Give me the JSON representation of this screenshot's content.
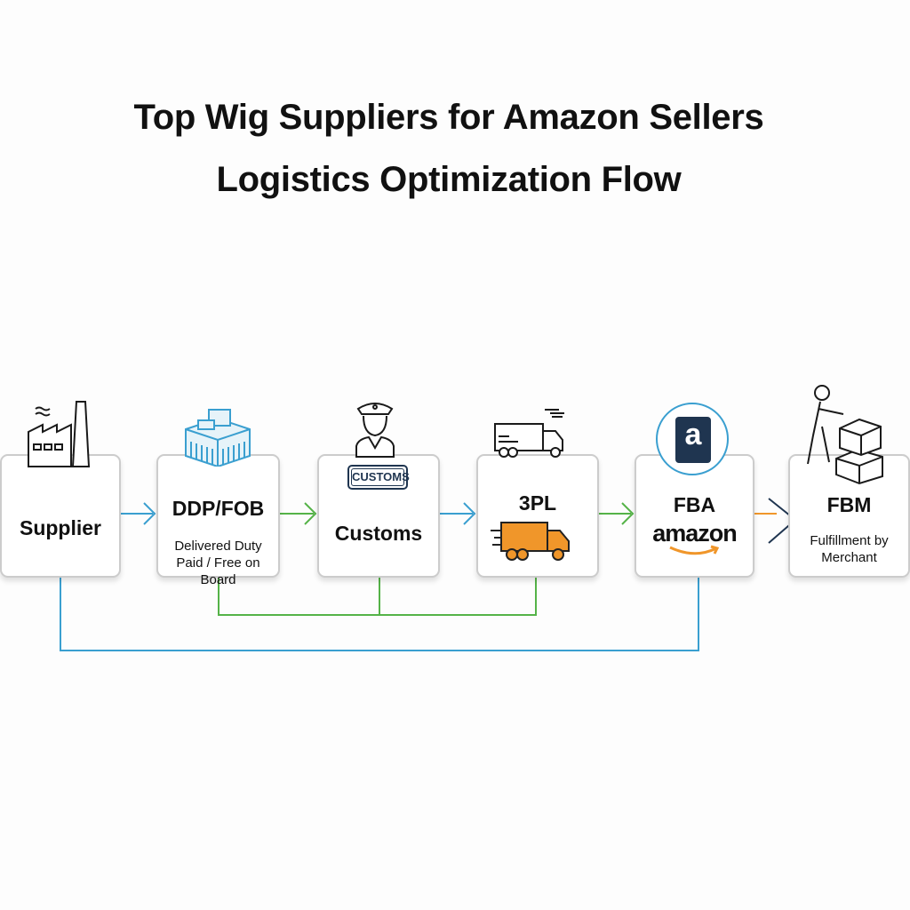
{
  "title": {
    "line1": "Top Wig Suppliers for Amazon Sellers",
    "line2": "Logistics Optimization Flow"
  },
  "nodes": [
    {
      "label": "Supplier",
      "icon": "factory-icon"
    },
    {
      "label": "DDP/FOB",
      "subtitle": "Delivered Duty Paid / Free on Board",
      "icon": "shipping-container-icon"
    },
    {
      "label": "Customs",
      "sign": "CUSTOMS",
      "icon": "customs-officer-icon"
    },
    {
      "label": "3PL",
      "icon": "truck-icon"
    },
    {
      "label": "FBA",
      "brand": "amazon",
      "logo_letter": "a",
      "icon": "amazon-logo-icon"
    },
    {
      "label": "FBM",
      "subtitle": "Fulfillment by Merchant",
      "icon": "worker-boxes-icon"
    }
  ],
  "colors": {
    "blue": "#3a9fd0",
    "green": "#55b348",
    "orange": "#f0962a",
    "navy": "#1f3550"
  }
}
